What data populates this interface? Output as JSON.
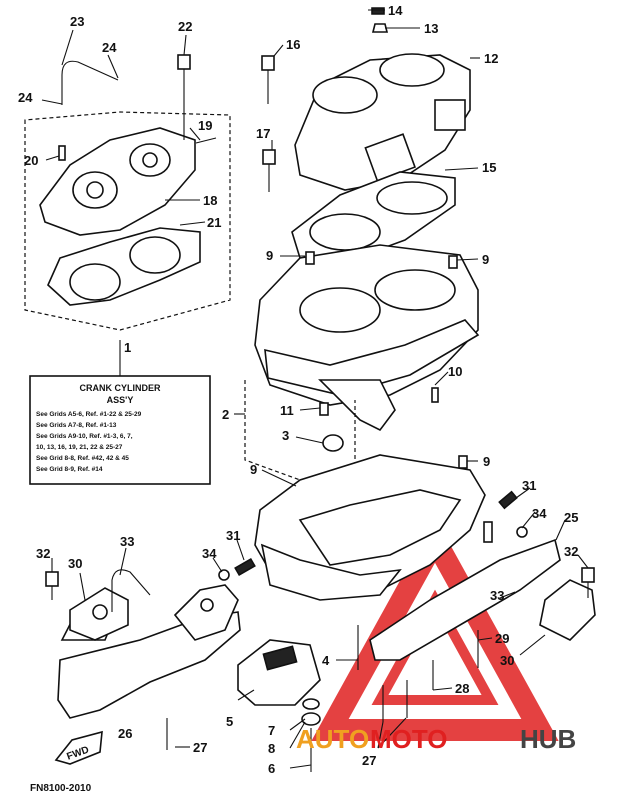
{
  "callouts": [
    {
      "id": "c1",
      "label": "1"
    },
    {
      "id": "c2",
      "label": "2"
    },
    {
      "id": "c3",
      "label": "3"
    },
    {
      "id": "c4",
      "label": "4"
    },
    {
      "id": "c5",
      "label": "5"
    },
    {
      "id": "c6",
      "label": "6"
    },
    {
      "id": "c7",
      "label": "7"
    },
    {
      "id": "c8",
      "label": "8"
    },
    {
      "id": "c9a",
      "label": "9"
    },
    {
      "id": "c9b",
      "label": "9"
    },
    {
      "id": "c9c",
      "label": "9"
    },
    {
      "id": "c9d",
      "label": "9"
    },
    {
      "id": "c10",
      "label": "10"
    },
    {
      "id": "c11",
      "label": "11"
    },
    {
      "id": "c12",
      "label": "12"
    },
    {
      "id": "c13",
      "label": "13"
    },
    {
      "id": "c14",
      "label": "14"
    },
    {
      "id": "c15",
      "label": "15"
    },
    {
      "id": "c16",
      "label": "16"
    },
    {
      "id": "c17",
      "label": "17"
    },
    {
      "id": "c18",
      "label": "18"
    },
    {
      "id": "c19",
      "label": "19"
    },
    {
      "id": "c20",
      "label": "20"
    },
    {
      "id": "c21",
      "label": "21"
    },
    {
      "id": "c22",
      "label": "22"
    },
    {
      "id": "c23",
      "label": "23"
    },
    {
      "id": "c24a",
      "label": "24"
    },
    {
      "id": "c24b",
      "label": "24"
    },
    {
      "id": "c25",
      "label": "25"
    },
    {
      "id": "c26",
      "label": "26"
    },
    {
      "id": "c27a",
      "label": "27"
    },
    {
      "id": "c27b",
      "label": "27"
    },
    {
      "id": "c28",
      "label": "28"
    },
    {
      "id": "c29",
      "label": "29"
    },
    {
      "id": "c30a",
      "label": "30"
    },
    {
      "id": "c30b",
      "label": "30"
    },
    {
      "id": "c31a",
      "label": "31"
    },
    {
      "id": "c31b",
      "label": "31"
    },
    {
      "id": "c32a",
      "label": "32"
    },
    {
      "id": "c32b",
      "label": "32"
    },
    {
      "id": "c33a",
      "label": "33"
    },
    {
      "id": "c33b",
      "label": "33"
    },
    {
      "id": "c34a",
      "label": "34"
    },
    {
      "id": "c34b",
      "label": "34"
    }
  ],
  "assy_box": {
    "title": "CRANK CYLINDER",
    "subtitle": "ASS'Y",
    "lines": [
      "See Grids A5-6, Ref. #1-22 & 25-29",
      "See Grids A7-8, Ref. #1-13",
      "See Grids A9-10, Ref. #1-3, 6, 7,",
      "10, 13, 16, 19, 21, 22 & 25-27",
      "See Grid 8-8, Ref. #42, 42 & 45",
      "See Grid 8-9, Ref. #14"
    ]
  },
  "fwd_label": "FWD",
  "footer_code": "FN8100-2010",
  "watermark": {
    "text_a": "AUTO",
    "text_b": "MOTO",
    "text_c": "HUB",
    "color_red": "#e02020",
    "color_dark": "#444444",
    "color_orange": "#f0a020"
  }
}
